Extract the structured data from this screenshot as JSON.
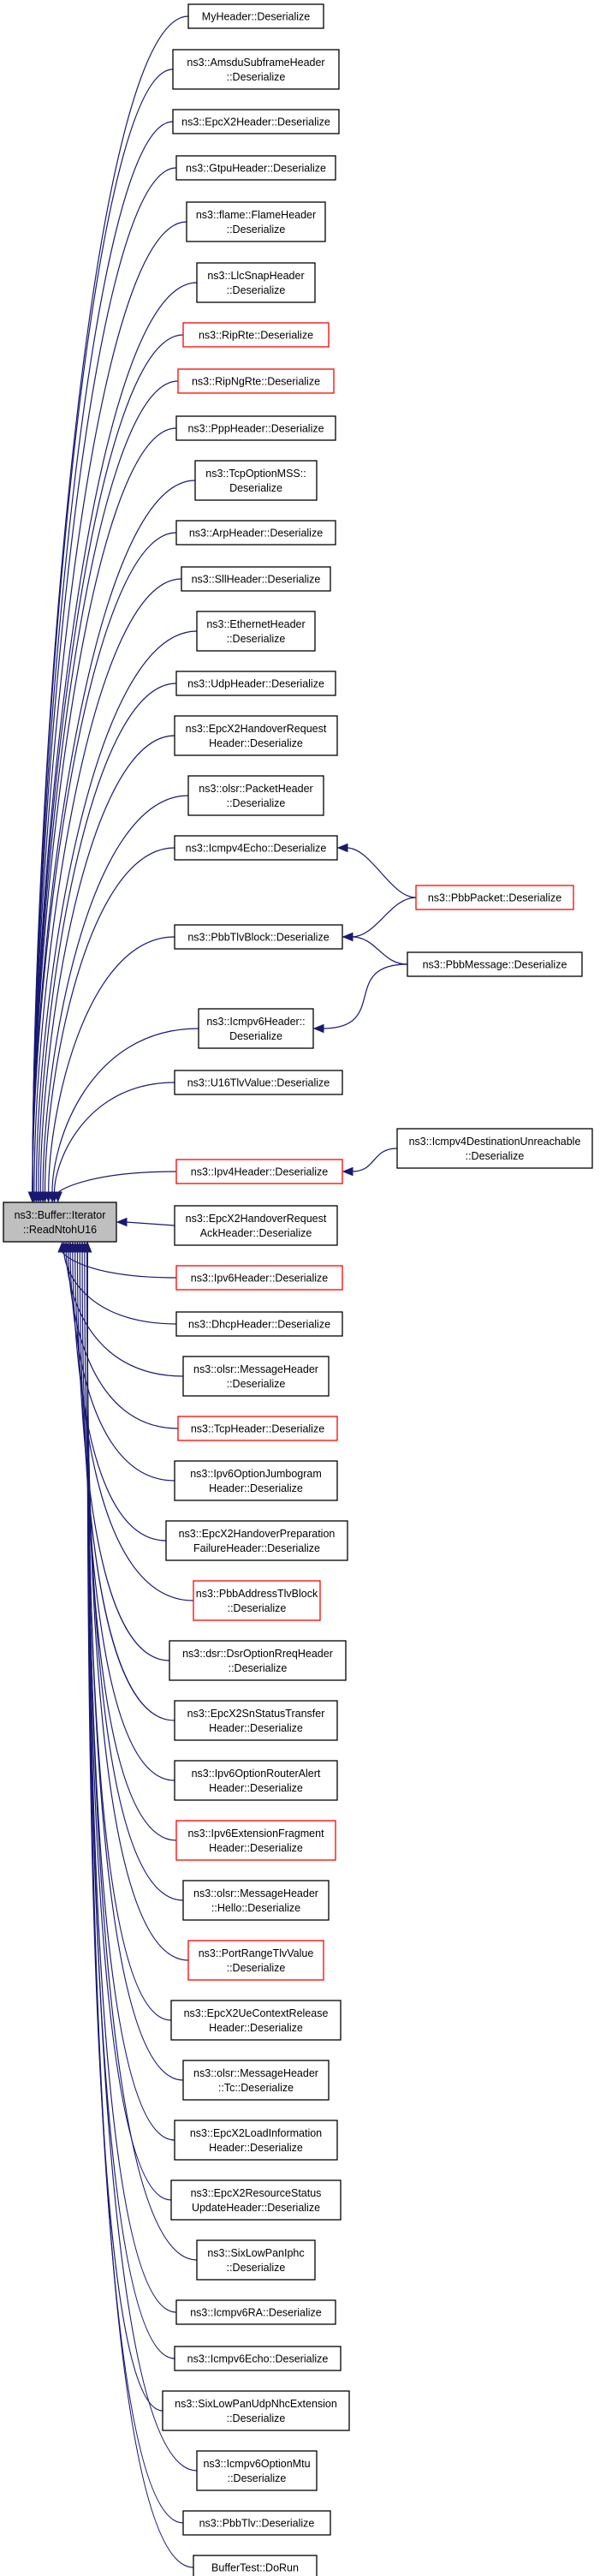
{
  "diagram": {
    "root": {
      "id": "root",
      "lines": [
        "ns3::Buffer::Iterator",
        "::ReadNtohU16"
      ]
    },
    "colors": {
      "edge": "#191970",
      "node_border": "#000000",
      "linked_border": "#ff0000",
      "root_fill": "#bfbfbf",
      "node_fill": "#ffffff"
    },
    "callers": [
      {
        "id": "n1",
        "lines": [
          "MyHeader::Deserialize"
        ],
        "red": false
      },
      {
        "id": "n2",
        "lines": [
          "ns3::AmsduSubframeHeader",
          "::Deserialize"
        ],
        "red": false
      },
      {
        "id": "n3",
        "lines": [
          "ns3::EpcX2Header::Deserialize"
        ],
        "red": false
      },
      {
        "id": "n4",
        "lines": [
          "ns3::GtpuHeader::Deserialize"
        ],
        "red": false
      },
      {
        "id": "n5",
        "lines": [
          "ns3::flame::FlameHeader",
          "::Deserialize"
        ],
        "red": false
      },
      {
        "id": "n6",
        "lines": [
          "ns3::LlcSnapHeader",
          "::Deserialize"
        ],
        "red": false
      },
      {
        "id": "n7",
        "lines": [
          "ns3::RipRte::Deserialize"
        ],
        "red": true
      },
      {
        "id": "n8",
        "lines": [
          "ns3::RipNgRte::Deserialize"
        ],
        "red": true
      },
      {
        "id": "n9",
        "lines": [
          "ns3::PppHeader::Deserialize"
        ],
        "red": false
      },
      {
        "id": "n10",
        "lines": [
          "ns3::TcpOptionMSS::",
          "Deserialize"
        ],
        "red": false
      },
      {
        "id": "n11",
        "lines": [
          "ns3::ArpHeader::Deserialize"
        ],
        "red": false
      },
      {
        "id": "n12",
        "lines": [
          "ns3::SllHeader::Deserialize"
        ],
        "red": false
      },
      {
        "id": "n13",
        "lines": [
          "ns3::EthernetHeader",
          "::Deserialize"
        ],
        "red": false
      },
      {
        "id": "n14",
        "lines": [
          "ns3::UdpHeader::Deserialize"
        ],
        "red": false
      },
      {
        "id": "n15",
        "lines": [
          "ns3::EpcX2HandoverRequest",
          "Header::Deserialize"
        ],
        "red": false
      },
      {
        "id": "n16",
        "lines": [
          "ns3::olsr::PacketHeader",
          "::Deserialize"
        ],
        "red": false
      },
      {
        "id": "n17",
        "lines": [
          "ns3::Icmpv4Echo::Deserialize"
        ],
        "red": false
      },
      {
        "id": "n18",
        "lines": [
          "ns3::PbbTlvBlock::Deserialize"
        ],
        "red": false
      },
      {
        "id": "n19",
        "lines": [
          "ns3::Icmpv6Header::",
          "Deserialize"
        ],
        "red": false
      },
      {
        "id": "n20",
        "lines": [
          "ns3::U16TlvValue::Deserialize"
        ],
        "red": false
      },
      {
        "id": "n21",
        "lines": [
          "ns3::Ipv4Header::Deserialize"
        ],
        "red": true
      },
      {
        "id": "n22",
        "lines": [
          "ns3::EpcX2HandoverRequest",
          "AckHeader::Deserialize"
        ],
        "red": false
      },
      {
        "id": "n23",
        "lines": [
          "ns3::Ipv6Header::Deserialize"
        ],
        "red": true
      },
      {
        "id": "n24",
        "lines": [
          "ns3::DhcpHeader::Deserialize"
        ],
        "red": false
      },
      {
        "id": "n25",
        "lines": [
          "ns3::olsr::MessageHeader",
          "::Deserialize"
        ],
        "red": false
      },
      {
        "id": "n26",
        "lines": [
          "ns3::TcpHeader::Deserialize"
        ],
        "red": true
      },
      {
        "id": "n27",
        "lines": [
          "ns3::Ipv6OptionJumbogram",
          "Header::Deserialize"
        ],
        "red": false
      },
      {
        "id": "n28",
        "lines": [
          "ns3::EpcX2HandoverPreparation",
          "FailureHeader::Deserialize"
        ],
        "red": false
      },
      {
        "id": "n29",
        "lines": [
          "ns3::PbbAddressTlvBlock",
          "::Deserialize"
        ],
        "red": true
      },
      {
        "id": "n30",
        "lines": [
          "ns3::dsr::DsrOptionRreqHeader",
          "::Deserialize"
        ],
        "red": false
      },
      {
        "id": "n31",
        "lines": [
          "ns3::EpcX2SnStatusTransfer",
          "Header::Deserialize"
        ],
        "red": false
      },
      {
        "id": "n32",
        "lines": [
          "ns3::Ipv6OptionRouterAlert",
          "Header::Deserialize"
        ],
        "red": false
      },
      {
        "id": "n33",
        "lines": [
          "ns3::Ipv6ExtensionFragment",
          "Header::Deserialize"
        ],
        "red": true
      },
      {
        "id": "n34",
        "lines": [
          "ns3::olsr::MessageHeader",
          "::Hello::Deserialize"
        ],
        "red": false
      },
      {
        "id": "n35",
        "lines": [
          "ns3::PortRangeTlvValue",
          "::Deserialize"
        ],
        "red": true
      },
      {
        "id": "n36",
        "lines": [
          "ns3::EpcX2UeContextRelease",
          "Header::Deserialize"
        ],
        "red": false
      },
      {
        "id": "n37",
        "lines": [
          "ns3::olsr::MessageHeader",
          "::Tc::Deserialize"
        ],
        "red": false
      },
      {
        "id": "n38",
        "lines": [
          "ns3::EpcX2LoadInformation",
          "Header::Deserialize"
        ],
        "red": false
      },
      {
        "id": "n39",
        "lines": [
          "ns3::EpcX2ResourceStatus",
          "UpdateHeader::Deserialize"
        ],
        "red": false
      },
      {
        "id": "n40",
        "lines": [
          "ns3::SixLowPanIphc",
          "::Deserialize"
        ],
        "red": false
      },
      {
        "id": "n41",
        "lines": [
          "ns3::Icmpv6RA::Deserialize"
        ],
        "red": false
      },
      {
        "id": "n42",
        "lines": [
          "ns3::Icmpv6Echo::Deserialize"
        ],
        "red": false
      },
      {
        "id": "n43",
        "lines": [
          "ns3::SixLowPanUdpNhcExtension",
          "::Deserialize"
        ],
        "red": false
      },
      {
        "id": "n44",
        "lines": [
          "ns3::Icmpv6OptionMtu",
          "::Deserialize"
        ],
        "red": false
      },
      {
        "id": "n45",
        "lines": [
          "ns3::PbbTlv::Deserialize"
        ],
        "red": false
      },
      {
        "id": "n46",
        "lines": [
          "BufferTest::DoRun"
        ],
        "red": false
      }
    ],
    "second_level": [
      {
        "id": "s1",
        "lines": [
          "ns3::PbbPacket::Deserialize"
        ],
        "red": true
      },
      {
        "id": "s2",
        "lines": [
          "ns3::PbbMessage::Deserialize"
        ],
        "red": false
      },
      {
        "id": "s3",
        "lines": [
          "ns3::Icmpv4DestinationUnreachable",
          "::Deserialize"
        ],
        "red": false
      }
    ],
    "links": [
      {
        "from": "s1",
        "to": "n18"
      },
      {
        "from": "s2",
        "to": "n18"
      },
      {
        "from": "s1",
        "to": "n17"
      },
      {
        "from": "s2",
        "to": "n19"
      },
      {
        "from": "s3",
        "to": "n21"
      }
    ]
  }
}
